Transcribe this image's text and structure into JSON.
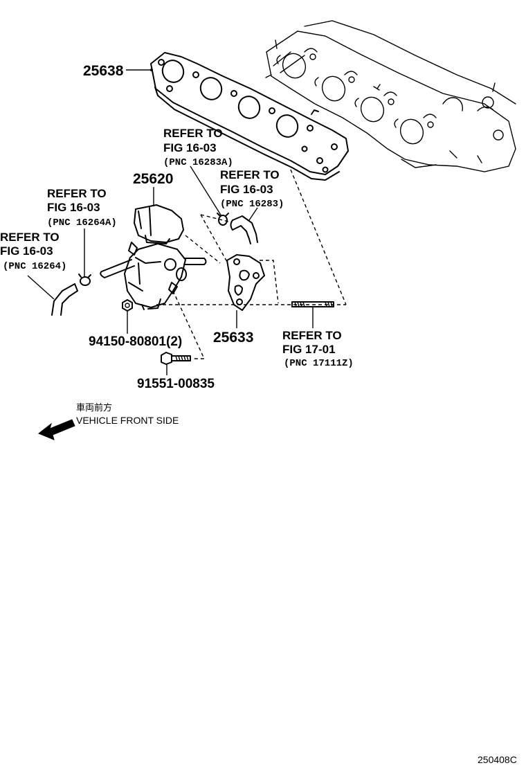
{
  "parts": {
    "p25638": "25638",
    "p25620": "25620",
    "p25633": "25633",
    "p94150": "94150-80801(2)",
    "p91551": "91551-00835"
  },
  "refs": {
    "r1": {
      "line1": "REFER TO",
      "line2": "FIG 16-03",
      "line3": "(PNC 16283A)"
    },
    "r2": {
      "line1": "REFER TO",
      "line2": "FIG 16-03",
      "line3": "(PNC 16283)"
    },
    "r3": {
      "line1": "REFER TO",
      "line2": "FIG 16-03",
      "line3": "(PNC 16264A)"
    },
    "r4": {
      "line1": "REFER TO",
      "line2": "FIG 16-03",
      "line3": "(PNC 16264)"
    },
    "r5": {
      "line1": "REFER TO",
      "line2": "FIG 17-01",
      "line3": "(PNC 17111Z)"
    }
  },
  "direction": {
    "jp_label": "車両前方",
    "en_label": "VEHICLE FRONT SIDE"
  },
  "figure_code": "250408C"
}
